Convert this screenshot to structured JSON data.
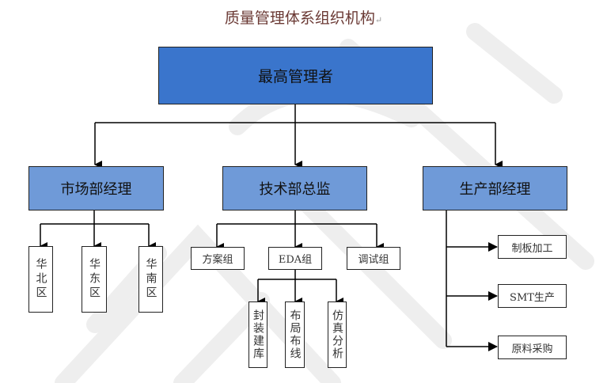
{
  "title": "质量管理体系组织机构",
  "title_return_mark": "↵",
  "root": {
    "label": "最高管理者"
  },
  "departments": [
    {
      "label": "市场部经理",
      "children": [
        "华北区",
        "华东区",
        "华南区"
      ]
    },
    {
      "label": "技术部总监",
      "children": [
        "方案组",
        "EDA组",
        "调试组"
      ],
      "eda_children": [
        "封装建库",
        "布局布线",
        "仿真分析"
      ]
    },
    {
      "label": "生产部经理",
      "children": [
        "制板加工",
        "SMT生产",
        "原料采购"
      ]
    }
  ],
  "colors": {
    "root_fill": "#3a75cc",
    "manager_fill": "#6f9ad8",
    "title": "#6b3a35"
  }
}
